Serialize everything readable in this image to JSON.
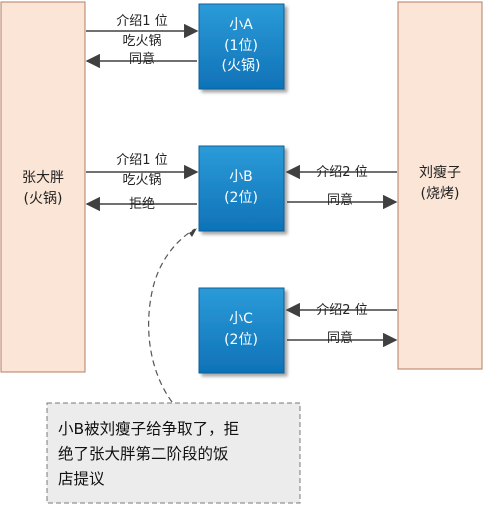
{
  "colors": {
    "peach_fill": "#fbe5d6",
    "peach_stroke": "#b67d61",
    "blue_fill_top": "#2b9bd8",
    "blue_fill_bottom": "#0f72b7",
    "blue_stroke": "#0b5f98",
    "arrow": "#404040",
    "note_fill": "#ececec",
    "note_stroke": "#7a7a7a"
  },
  "nodes": {
    "zhang": {
      "line1": "张大胖",
      "line2": "(火锅)"
    },
    "liu": {
      "line1": "刘瘦子",
      "line2": "(烧烤)"
    },
    "a": {
      "line1": "小A",
      "line2": "(1位)",
      "line3": "(火锅)"
    },
    "b": {
      "line1": "小B",
      "line2": "(2位)"
    },
    "c": {
      "line1": "小C",
      "line2": "(2位)"
    }
  },
  "edges": {
    "zhang_to_a": {
      "line1": "介绍1 位",
      "line2": "吃火锅"
    },
    "a_to_zhang": "同意",
    "zhang_to_b": {
      "line1": "介绍1 位",
      "line2": "吃火锅"
    },
    "b_to_zhang": "拒绝",
    "liu_to_b": "介绍2 位",
    "b_to_liu": "同意",
    "liu_to_c": "介绍2 位",
    "c_to_liu": "同意"
  },
  "note": {
    "line1": "小B被刘瘦子给争取了，拒",
    "line2": "绝了张大胖第二阶段的饭",
    "line3": "店提议"
  }
}
